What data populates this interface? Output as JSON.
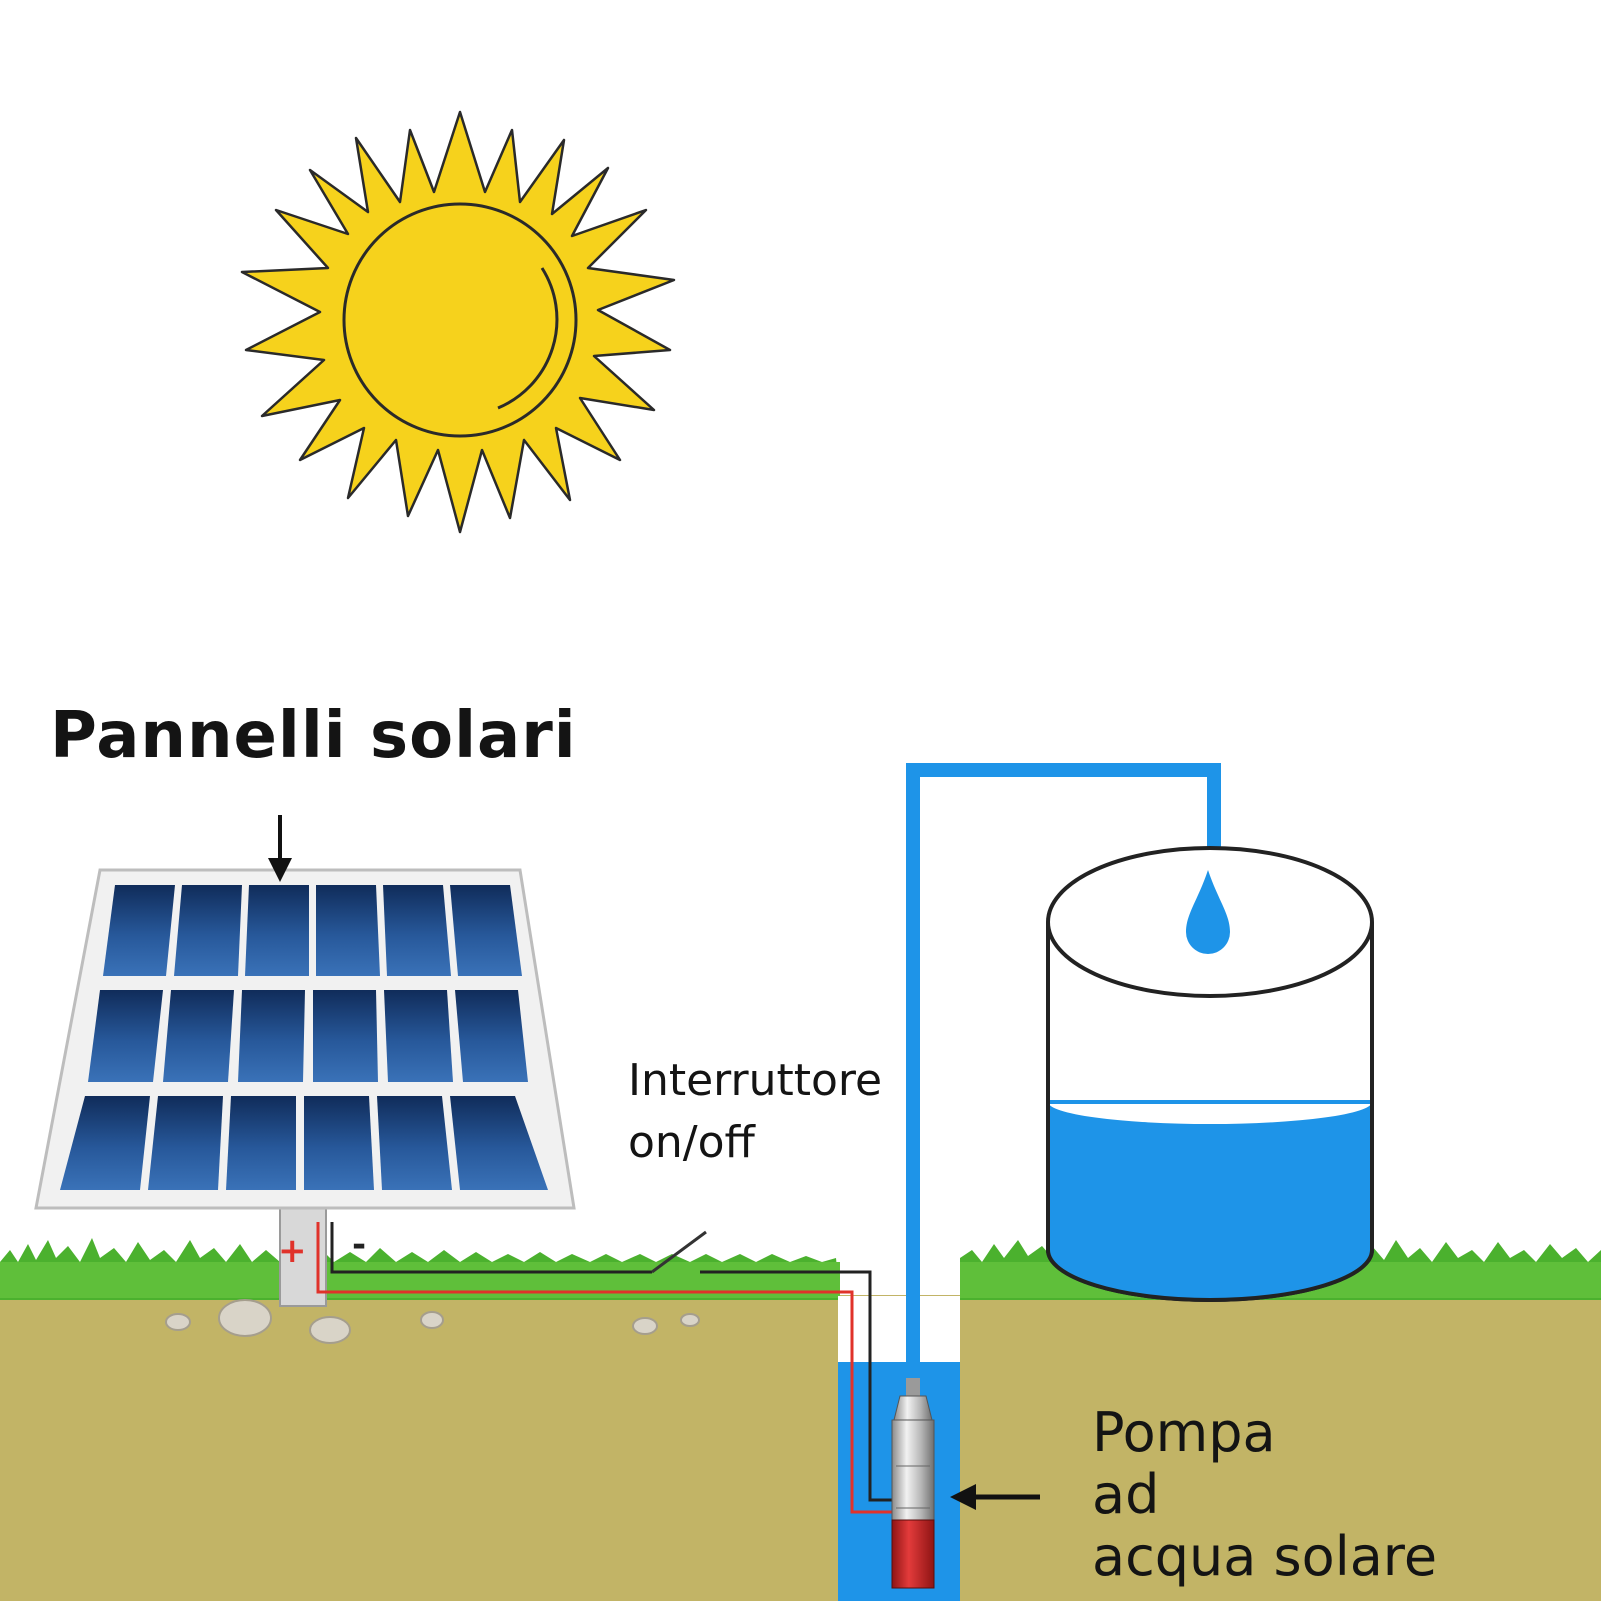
{
  "labels": {
    "solar_panels": "Pannelli solari",
    "switch_line1": "Interruttore",
    "switch_line2": "on/off",
    "pump_line1": "Pompa",
    "pump_line2": "ad",
    "pump_line3": "acqua solare",
    "plus_terminal": "+",
    "minus_terminal": "-"
  },
  "colors": {
    "sun": "#f6d21c",
    "water": "#1e94e8",
    "panel_cell": "#1f4f8c",
    "soil": "#c2b466",
    "grass": "#4bb12e",
    "wire_red": "#e0322a",
    "wire_black": "#222222"
  },
  "icons": {
    "sun": "sun-icon",
    "panel": "solar-panel-icon",
    "pump": "submersible-pump-icon",
    "tank": "water-tank-icon",
    "drop": "water-drop-icon"
  }
}
